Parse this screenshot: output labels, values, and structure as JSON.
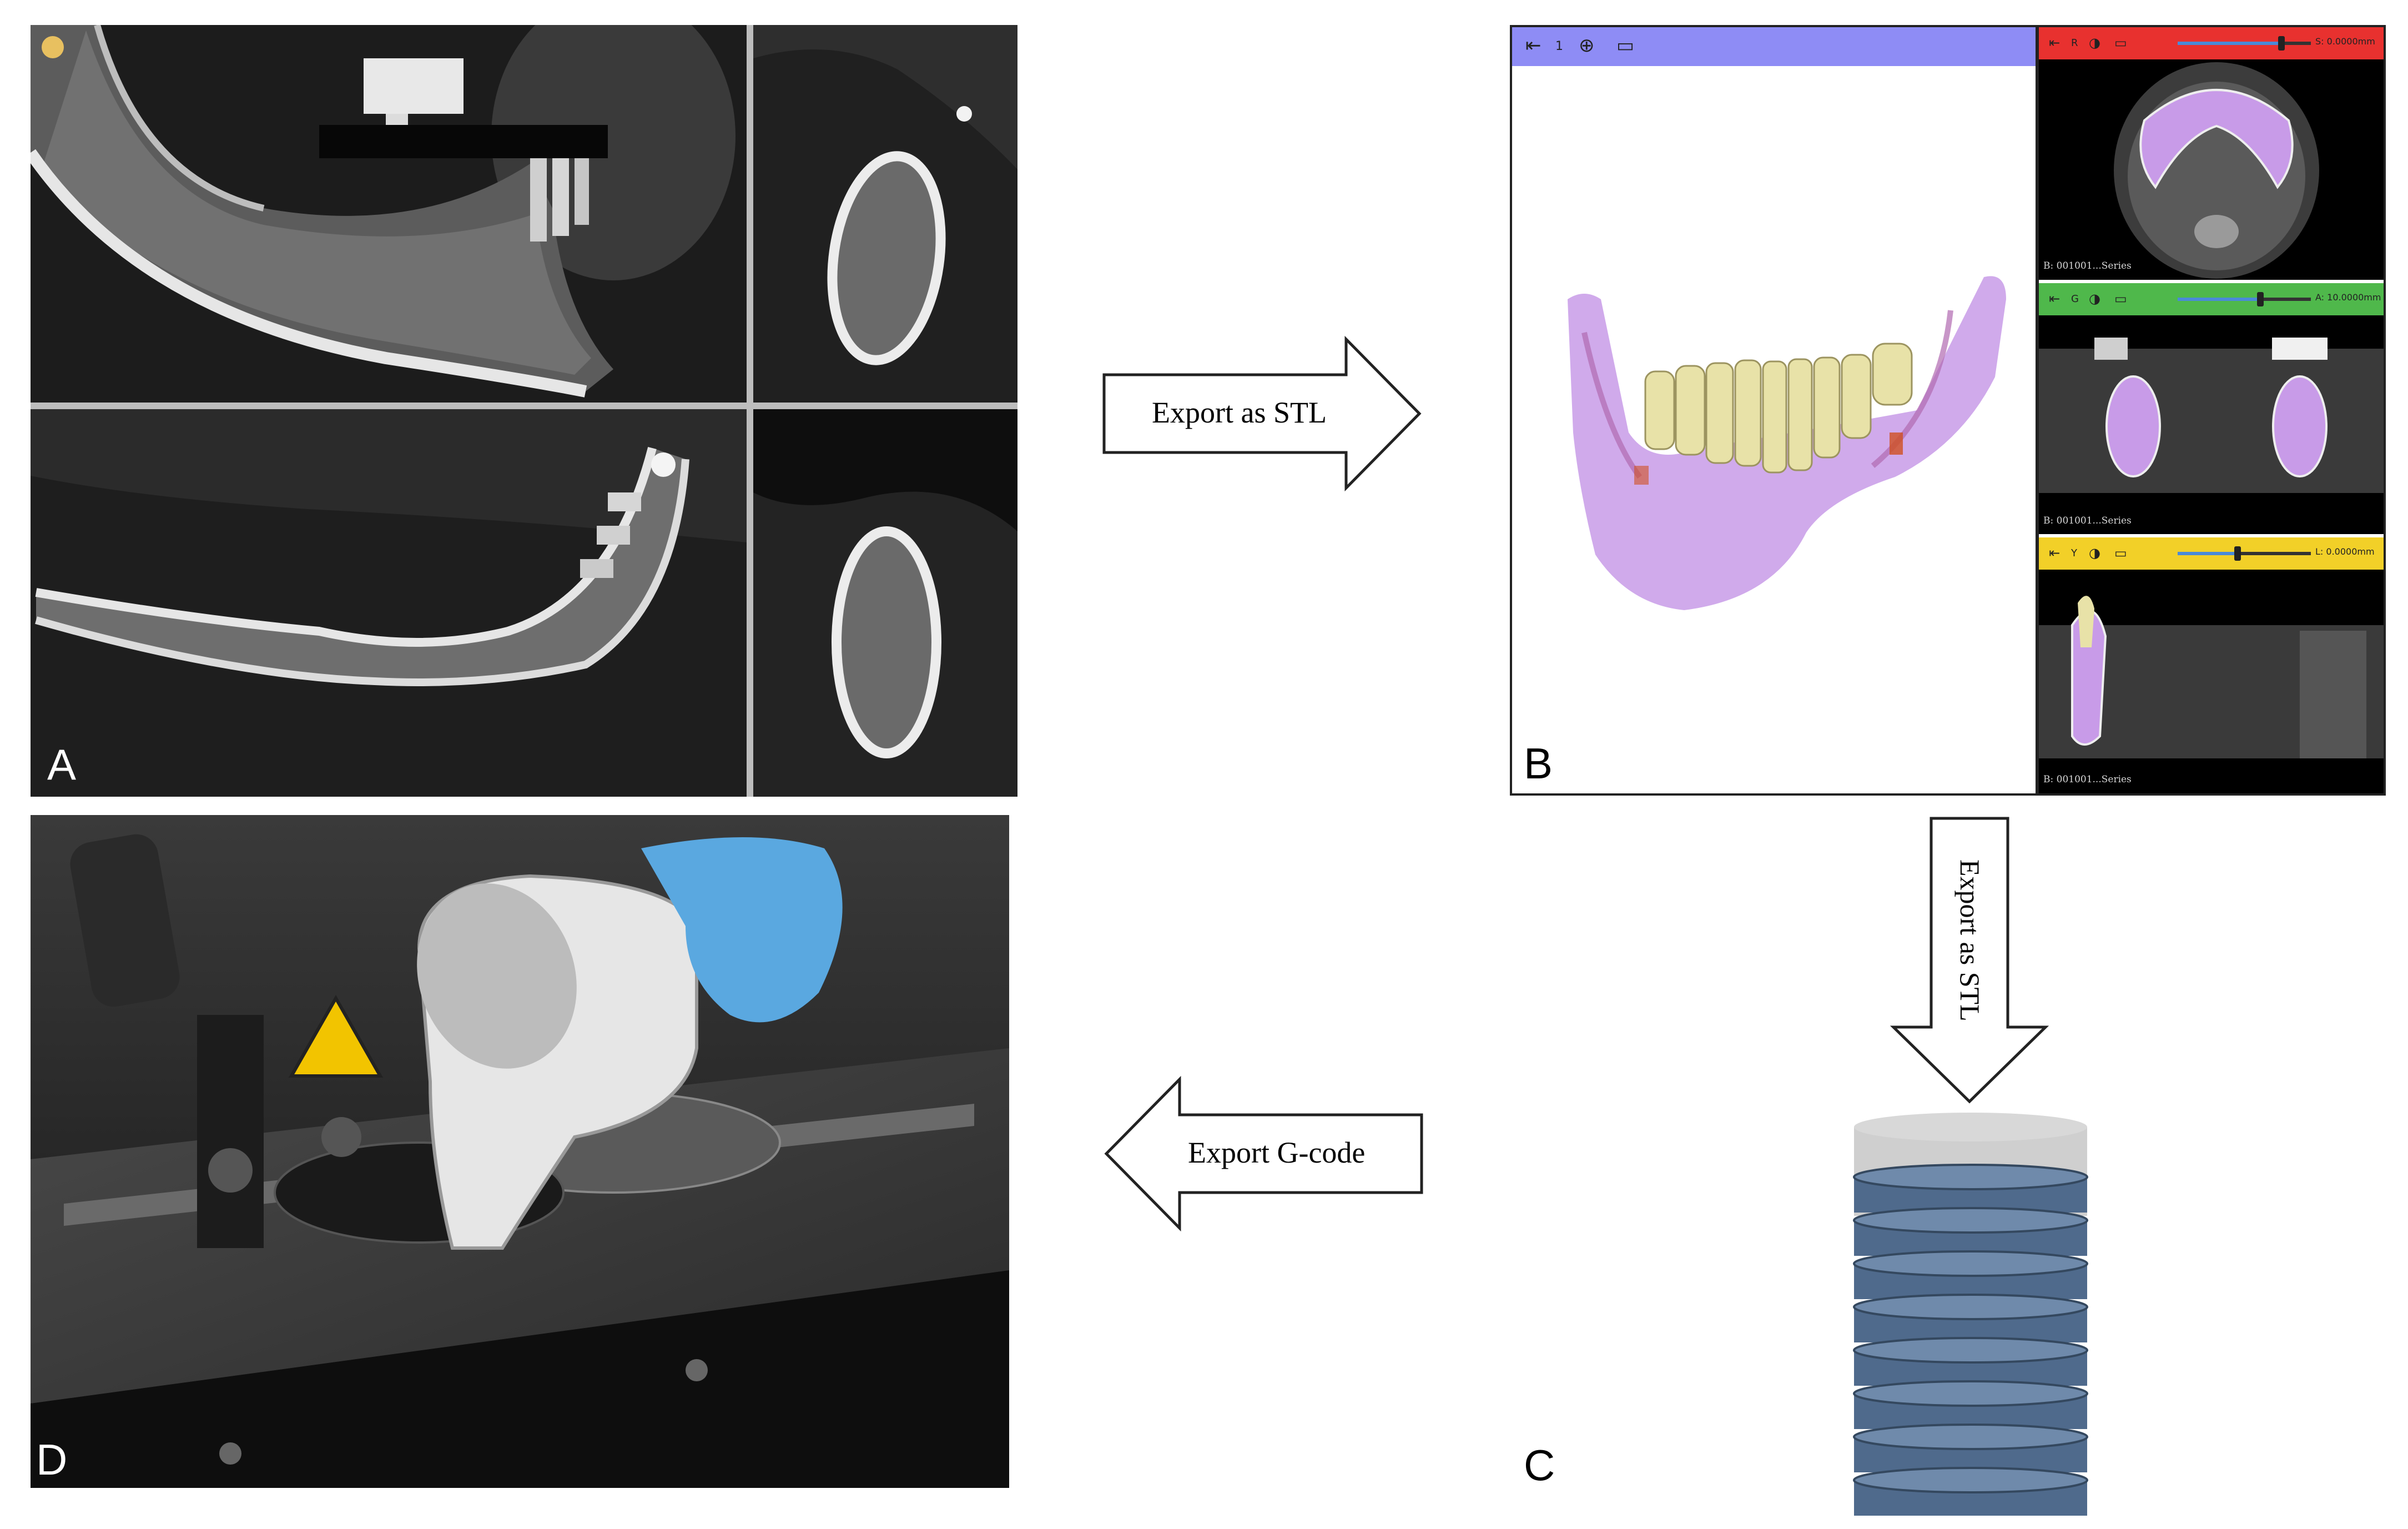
{
  "panels": {
    "a": {
      "letter": "A"
    },
    "b": {
      "letter": "B",
      "slices": [
        {
          "color": "#e8312f",
          "label": "R",
          "value": "S: 0.0000mm",
          "fill": 0.78,
          "caption": "B: 001001...Series"
        },
        {
          "color": "#4fb84b",
          "label": "G",
          "value": "A: 10.0000mm",
          "fill": 0.62,
          "caption": "B: 001001...Series"
        },
        {
          "color": "#f2d028",
          "label": "Y",
          "value": "L: 0.0000mm",
          "fill": 0.45,
          "caption": "B: 001001...Series"
        }
      ]
    },
    "c": {
      "letter": "C"
    },
    "d": {
      "letter": "D"
    }
  },
  "arrows": {
    "a_to_b": {
      "label": "Export as STL"
    },
    "b_to_c": {
      "label": "Export as STL"
    },
    "c_to_d": {
      "label": "Export G-code"
    }
  },
  "colors": {
    "toolbar_3d": "#8e8cf5",
    "mandible": "#c89be8",
    "teeth": "#e8e2a8",
    "cylinder_rings": "#4f6a8c",
    "cylinder_top": "#c9c9c9",
    "glove": "#5aa8e0"
  }
}
